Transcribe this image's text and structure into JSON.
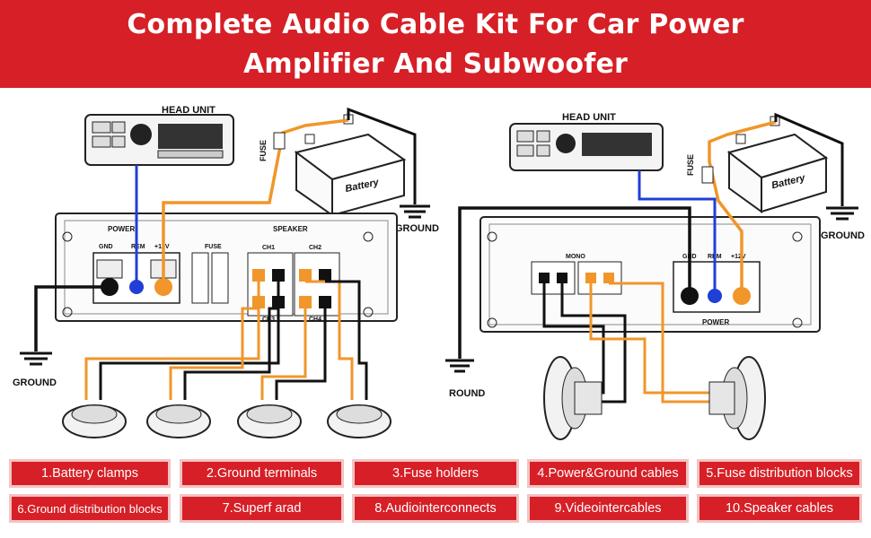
{
  "banner": {
    "title_line1": "Complete Audio Cable Kit For Car Power",
    "title_line2": "Amplifier And Subwoofer"
  },
  "left_diagram": {
    "head_unit": "HEAD UNIT",
    "fuse": "FUSE",
    "battery": "Battery",
    "ground_top": "GROUND",
    "ground_bottom": "GROUND",
    "power_label": "POWER",
    "gnd": "GND",
    "rem": "REM",
    "plus12v": "+12V",
    "fuse_panel": "FUSE",
    "speaker_label": "SPEAKER",
    "ch1": "CH1",
    "ch2": "CH2",
    "ch3": "CH3",
    "ch4": "CH4"
  },
  "right_diagram": {
    "head_unit": "HEAD UNIT",
    "fuse": "FUSE",
    "battery": "Battery",
    "ground_top": "GROUND",
    "ground_bottom": "ROUND",
    "mono": "MONO",
    "gnd": "GND",
    "rem": "REM",
    "plus12v": "+12V",
    "power_label": "POWER"
  },
  "colors": {
    "brand_red": "#d61f26",
    "wire_orange": "#f0962a",
    "wire_blue": "#1f3fd6",
    "wire_black": "#111111"
  },
  "items": [
    "1.Battery clamps",
    "2.Ground terminals",
    "3.Fuse holders",
    "4.Power&Ground cables",
    "5.Fuse distribution blocks",
    "6.Ground distribution blocks",
    "7.Superf arad",
    "8.Audiointerconnects",
    "9.Videointercables",
    "10.Speaker cables"
  ]
}
